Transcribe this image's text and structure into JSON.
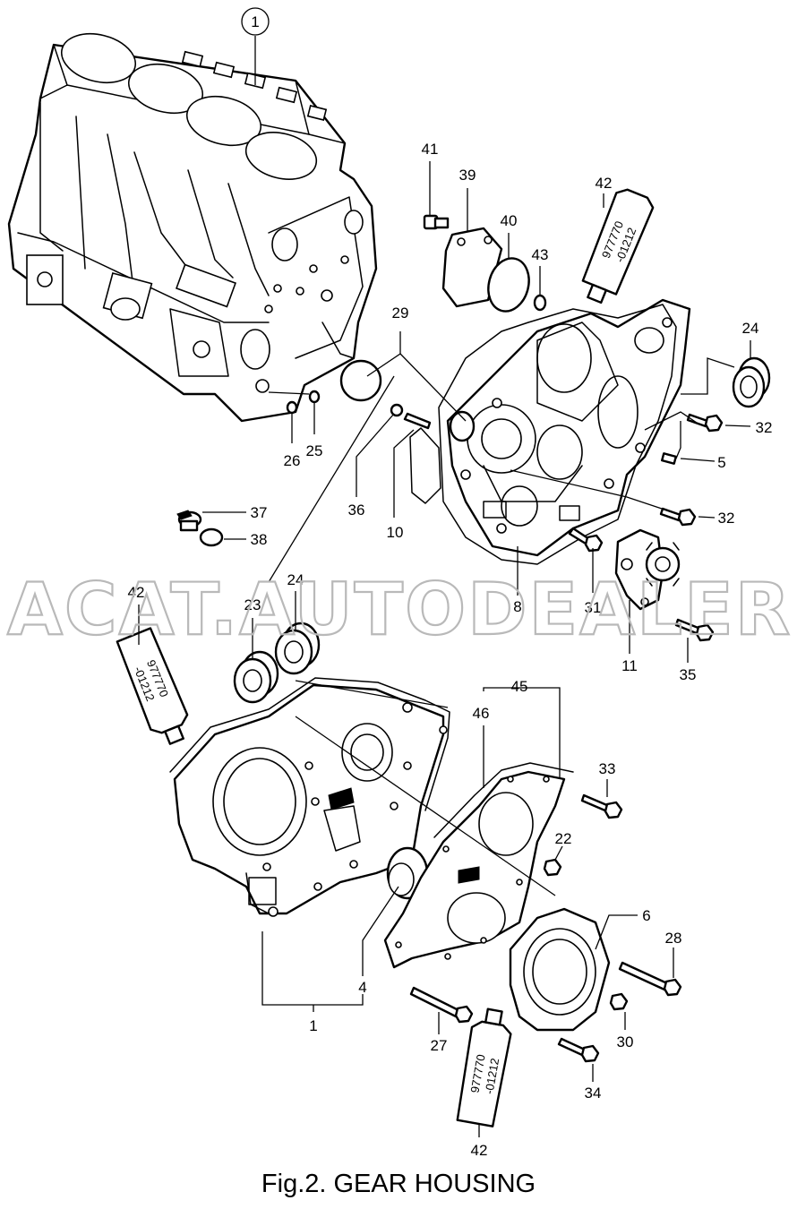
{
  "figure": {
    "caption": "Fig.2.  GEAR HOUSING",
    "watermark": "ACAT.AUTODEALER.RU"
  },
  "sealant_tube": {
    "line1": "977770",
    "line2": "-01212"
  },
  "callouts": [
    {
      "id": "c1-top",
      "label": "1"
    },
    {
      "id": "c41",
      "label": "41"
    },
    {
      "id": "c39",
      "label": "39"
    },
    {
      "id": "c40",
      "label": "40"
    },
    {
      "id": "c43",
      "label": "43"
    },
    {
      "id": "c42-top",
      "label": "42"
    },
    {
      "id": "c29",
      "label": "29"
    },
    {
      "id": "c24-right",
      "label": "24"
    },
    {
      "id": "c26",
      "label": "26"
    },
    {
      "id": "c25",
      "label": "25"
    },
    {
      "id": "c32-a",
      "label": "32"
    },
    {
      "id": "c5",
      "label": "5"
    },
    {
      "id": "c36",
      "label": "36"
    },
    {
      "id": "c10",
      "label": "10"
    },
    {
      "id": "c32-b",
      "label": "32"
    },
    {
      "id": "c37",
      "label": "37"
    },
    {
      "id": "c38",
      "label": "38"
    },
    {
      "id": "c42-left",
      "label": "42"
    },
    {
      "id": "c23",
      "label": "23"
    },
    {
      "id": "c24-left",
      "label": "24"
    },
    {
      "id": "c31",
      "label": "31"
    },
    {
      "id": "c8",
      "label": "8"
    },
    {
      "id": "c11",
      "label": "11"
    },
    {
      "id": "c35",
      "label": "35"
    },
    {
      "id": "c45",
      "label": "45"
    },
    {
      "id": "c46",
      "label": "46"
    },
    {
      "id": "c33",
      "label": "33"
    },
    {
      "id": "c22",
      "label": "22"
    },
    {
      "id": "c6",
      "label": "6"
    },
    {
      "id": "c28",
      "label": "28"
    },
    {
      "id": "c4",
      "label": "4"
    },
    {
      "id": "c1-bottom",
      "label": "1"
    },
    {
      "id": "c27",
      "label": "27"
    },
    {
      "id": "c30",
      "label": "30"
    },
    {
      "id": "c34",
      "label": "34"
    },
    {
      "id": "c42-bottom",
      "label": "42"
    }
  ]
}
